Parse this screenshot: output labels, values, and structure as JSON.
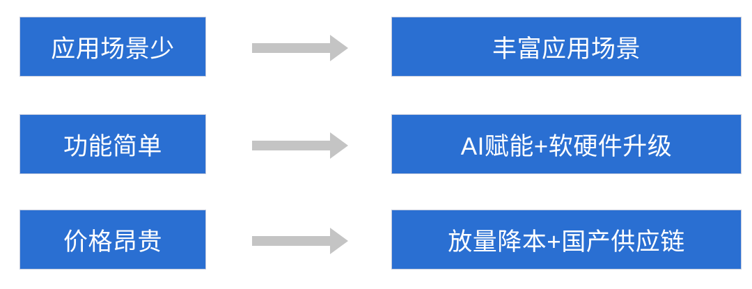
{
  "diagram": {
    "type": "transformation-flow",
    "orientation": "left-to-right",
    "background_color": "#FFFFFF",
    "box_color": "#2A6FD2",
    "box_border_color": "#C2C9DC",
    "box_text_color": "#FFFFFF",
    "arrow_color": "#C4C4C4",
    "arrow_icon_name": "right-arrow-icon",
    "rows": [
      {
        "index": 1,
        "problem": "应用场景少",
        "arrow": "→",
        "solution": "丰富应用场景"
      },
      {
        "index": 2,
        "problem": "功能简单",
        "arrow": "→",
        "solution": "AI赋能+软硬件升级"
      },
      {
        "index": 3,
        "problem": "价格昂贵",
        "arrow": "→",
        "solution": "放量降本+国产供应链"
      }
    ]
  }
}
